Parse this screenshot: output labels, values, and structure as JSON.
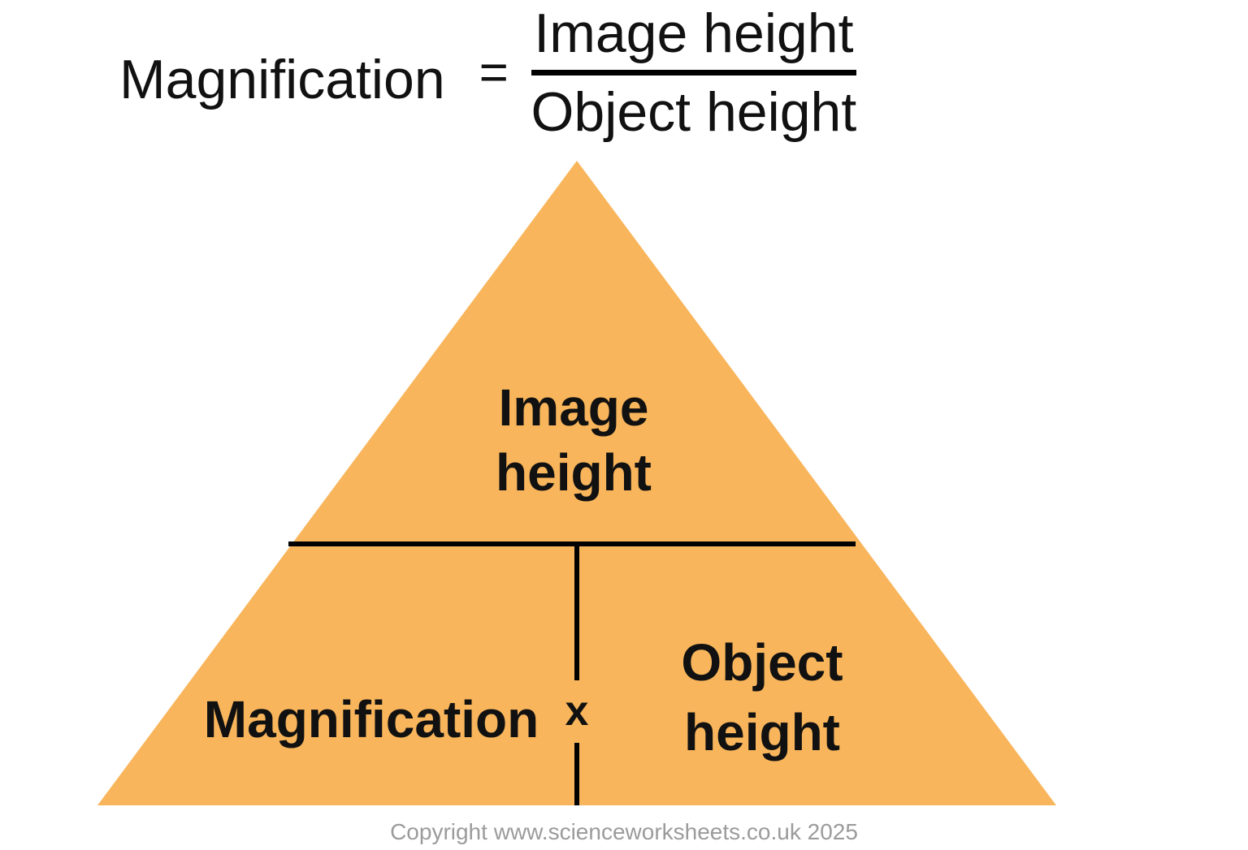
{
  "formula": {
    "lhs": "Magnification",
    "equals": "=",
    "numerator": "Image height",
    "denominator": "Object height"
  },
  "triangle": {
    "fill_color": "#F8B55B",
    "divider_color": "#000000",
    "text_color": "#111111",
    "top_label_line1": "Image",
    "top_label_line2": "height",
    "bottom_left_label": "Magnification",
    "multiply_symbol": "x",
    "bottom_right_line1": "Object",
    "bottom_right_line2": "height"
  },
  "footer": {
    "copyright": "Copyright www.scienceworksheets.co.uk 2025",
    "text_color": "#9B9B9B"
  }
}
